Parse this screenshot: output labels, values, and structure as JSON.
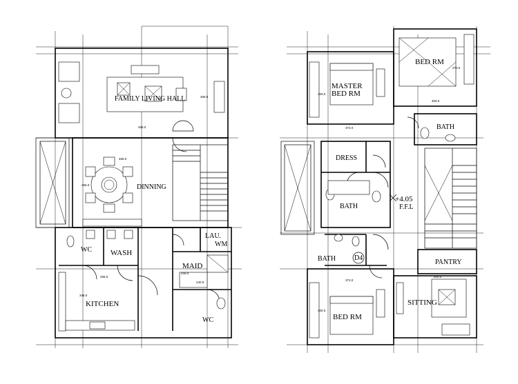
{
  "ground_floor": {
    "rooms": {
      "family_living_hall": "FAMILY LIVING HALL",
      "dinning": "DINNING",
      "wc_1": "WC",
      "wash": "WASH",
      "kitchen": "KITCHEN",
      "laundry": "LAU.",
      "wm": "WM",
      "maid": "MAID",
      "wc_2": "WC"
    },
    "dimensions": {
      "hall_width": "465.0",
      "hall_depth": "465.0",
      "dining_width": "455.0",
      "dining_depth": "455.0",
      "kitchen_width": "265.0",
      "kitchen_depth": "345.0",
      "maid_width": "240.0",
      "maid_depth": "240.0"
    }
  },
  "first_floor": {
    "rooms": {
      "master_bed_line1": "MASTER",
      "master_bed_line2": "BED RM",
      "bed_rm_top": "BED RM",
      "bath_top": "BATH",
      "dress": "DRESS",
      "bath_mid": "BATH",
      "bath_low": "BATH",
      "pantry": "PANTRY",
      "sitting": "SITTING",
      "bed_rm_bottom": "BED RM"
    },
    "door_tag": "D4",
    "level_value": "+4.05",
    "level_unit": "F.F.L",
    "dimensions": {
      "master_width": "372.0",
      "master_depth": "400.0",
      "bed_top_width": "270.0",
      "bed_top_depth": "400.0",
      "bed_bottom_width": "372.0",
      "bed_bottom_depth": "400.0",
      "sitting_width": "400.0"
    }
  }
}
